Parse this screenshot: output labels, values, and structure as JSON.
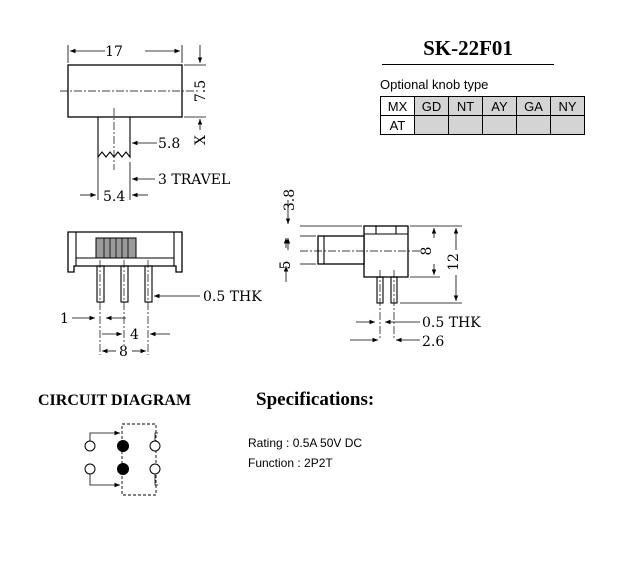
{
  "model": "SK-22F01",
  "knob_table": {
    "title": "Optional knob type",
    "row1": [
      "MX",
      "GD",
      "NT",
      "AY",
      "GA",
      "NY"
    ],
    "row2": [
      "AT",
      "",
      "",
      "",
      "",
      ""
    ]
  },
  "top_view": {
    "width": "17",
    "height": "7.5",
    "actuator": "5.8",
    "x_mark": "X",
    "travel": "3 TRAVEL",
    "offset": "5.4"
  },
  "front_view": {
    "thickness": "0.5 THK",
    "pin_width": "1",
    "pin_pitch": "4",
    "pin_span": "8"
  },
  "side_view": {
    "knob_len": "3.8",
    "knob_h": "5",
    "body_h": "8",
    "total_h": "12",
    "thickness": "0.5 THK",
    "pin_off": "2.6"
  },
  "circuit": {
    "title": "CIRCUIT DIAGRAM"
  },
  "specs": {
    "title": "Specifications:",
    "rating": "Rating : 0.5A 50V DC",
    "function": "Function : 2P2T"
  }
}
